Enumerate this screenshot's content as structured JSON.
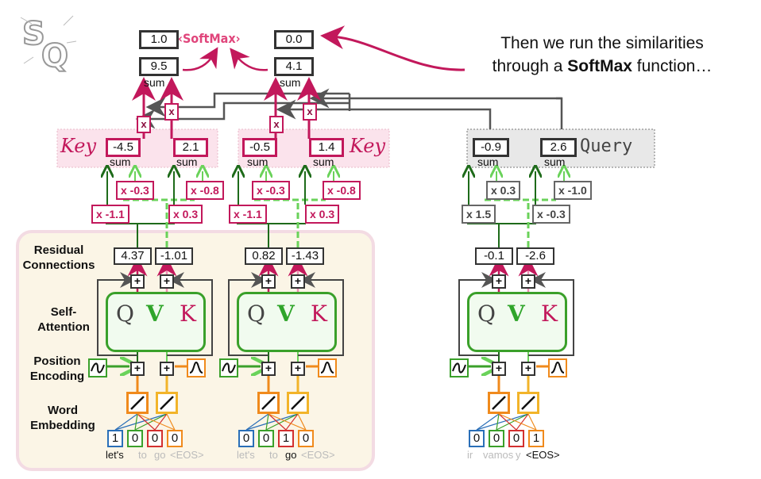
{
  "caption": {
    "line1": "Then we run the similarities",
    "line2_pre": "through a ",
    "line2_bold": "SoftMax",
    "line2_post": " function…"
  },
  "logo": {
    "text": "SQ"
  },
  "softmax": {
    "label": "SoftMax",
    "outputs": [
      "1.0",
      "0.0"
    ],
    "inputs": [
      "9.5",
      "4.1"
    ],
    "sum_label": "sum"
  },
  "multiply_symbol": "x",
  "keys": [
    {
      "tag": "Key",
      "values": [
        "-4.5",
        "2.1"
      ],
      "sum_label": "sum",
      "weights_top": [
        "x -0.3",
        "x -0.8"
      ],
      "weights_bottom": [
        "x -1.1",
        "x 0.3"
      ]
    },
    {
      "tag": "Key",
      "values": [
        "-0.5",
        "1.4"
      ],
      "sum_label": "sum",
      "weights_top": [
        "x -0.3",
        "x -0.8"
      ],
      "weights_bottom": [
        "x -1.1",
        "x 0.3"
      ]
    }
  ],
  "query": {
    "tag": "Query",
    "values": [
      "-0.9",
      "2.6"
    ],
    "sum_label": "sum",
    "weights_top": [
      "x 0.3",
      "x -1.0"
    ],
    "weights_bottom": [
      "x 1.5",
      "x -0.3"
    ]
  },
  "row_labels": {
    "residual": "Residual Connections",
    "self_attention": "Self-Attention",
    "position": "Position Encoding",
    "word": "Word Embedding"
  },
  "encoders": [
    {
      "residuals": [
        "4.37",
        "-1.01"
      ],
      "onehot": [
        "1",
        "0",
        "0",
        "0"
      ],
      "words": [
        {
          "text": "let's",
          "active": true
        },
        {
          "text": "to",
          "active": false
        },
        {
          "text": "go",
          "active": false
        },
        {
          "text": "<EOS>",
          "active": false
        }
      ]
    },
    {
      "residuals": [
        "0.82",
        "-1.43"
      ],
      "onehot": [
        "0",
        "0",
        "1",
        "0"
      ],
      "words": [
        {
          "text": "let's",
          "active": false
        },
        {
          "text": "to",
          "active": false
        },
        {
          "text": "go",
          "active": true
        },
        {
          "text": "<EOS>",
          "active": false
        }
      ]
    },
    {
      "residuals": [
        "-0.1",
        "-2.6"
      ],
      "onehot": [
        "0",
        "0",
        "0",
        "1"
      ],
      "words": [
        {
          "text": "ir",
          "active": false
        },
        {
          "text": "vamos",
          "active": false
        },
        {
          "text": "y",
          "active": false
        },
        {
          "text": "<EOS>",
          "active": true
        }
      ]
    }
  ],
  "attention_letters": {
    "q": "Q",
    "v": "V",
    "k": "K"
  },
  "colors": {
    "pink": "#c2185b",
    "softmax_pink": "#e0457b",
    "green": "#3aa02a",
    "orange": "#f08a1c",
    "blue": "#2a6fb8",
    "red": "#d32f2f",
    "gray": "#444444"
  }
}
